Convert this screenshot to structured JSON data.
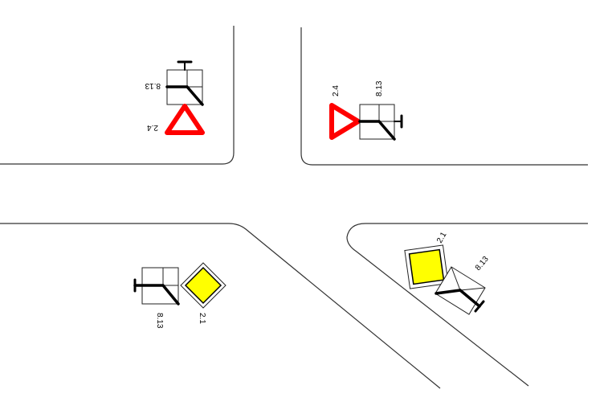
{
  "colors": {
    "yield_red": "#ff0000",
    "priority_yellow": "#ffff00",
    "road_line": "#333333"
  },
  "signs": [
    {
      "id": "top-left",
      "yield_code": "2.4",
      "plate_code": "8.13"
    },
    {
      "id": "top-right",
      "yield_code": "2.4",
      "plate_code": "8.13"
    },
    {
      "id": "bottom-left",
      "priority_code": "2.1",
      "plate_code": "8.13"
    },
    {
      "id": "bottom-right",
      "priority_code": "2.1",
      "plate_code": "8.13"
    }
  ]
}
